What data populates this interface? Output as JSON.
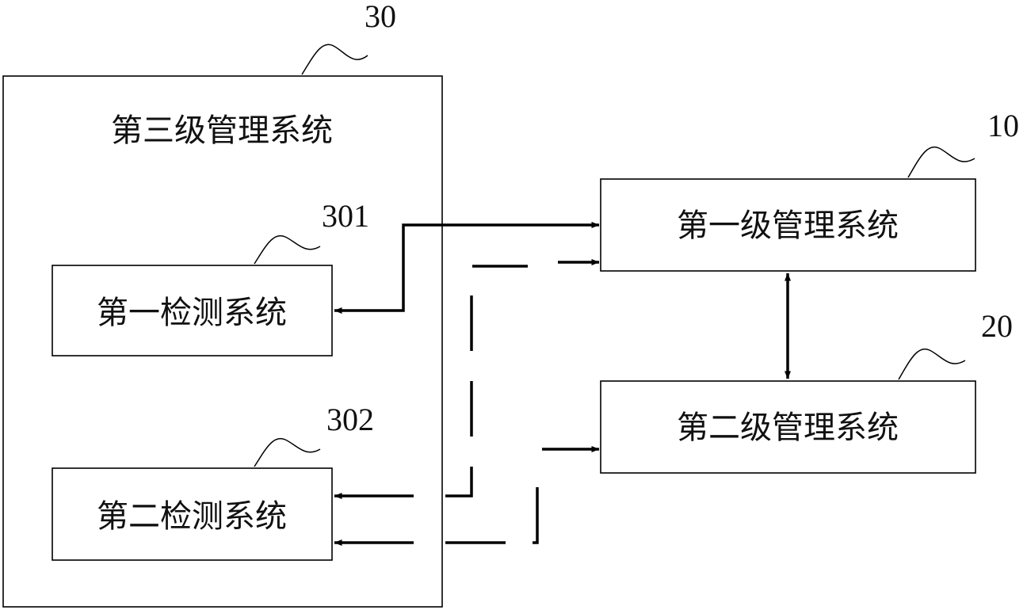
{
  "outer_box": {
    "ref": "30",
    "title": "第三级管理系统"
  },
  "detection_1": {
    "ref": "301",
    "label": "第一检测系统"
  },
  "detection_2": {
    "ref": "302",
    "label": "第二检测系统"
  },
  "level_1": {
    "ref": "10",
    "label": "第一级管理系统"
  },
  "level_2": {
    "ref": "20",
    "label": "第二级管理系统"
  }
}
